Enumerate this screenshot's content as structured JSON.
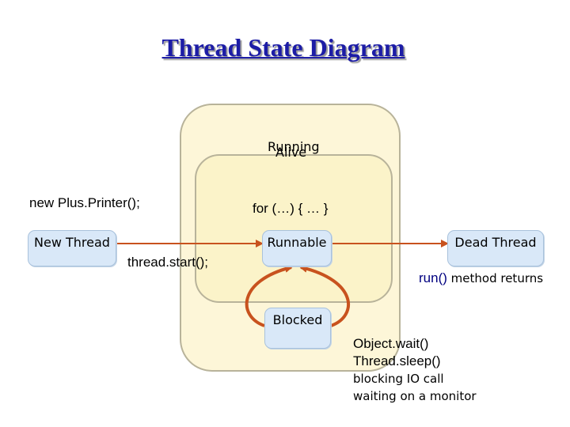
{
  "title": "Thread State Diagram",
  "regions": {
    "alive": "Alive",
    "running": "Running"
  },
  "states": {
    "new_thread": "New Thread",
    "runnable": "Runnable",
    "blocked": "Blocked",
    "dead_thread": "Dead Thread"
  },
  "labels": {
    "constructor_call": "new Plus.Printer();",
    "start_call": "thread.start();",
    "loop": "for (…) { … }",
    "run_returns_code": "run()",
    "run_returns_text": " method returns",
    "blocked_reasons": [
      "Object.wait()",
      "Thread.sleep()",
      "blocking IO call",
      "waiting on a monitor"
    ]
  },
  "colors": {
    "title": "#1c1ca6",
    "alive_fill": "#fdf6d8",
    "running_fill": "#fbf3c9",
    "region_border": "#b8b39a",
    "state_fill": "#d9e8f8",
    "state_border": "#a9c2dc",
    "arrow": "#c8521e",
    "run_code": "#000080"
  }
}
